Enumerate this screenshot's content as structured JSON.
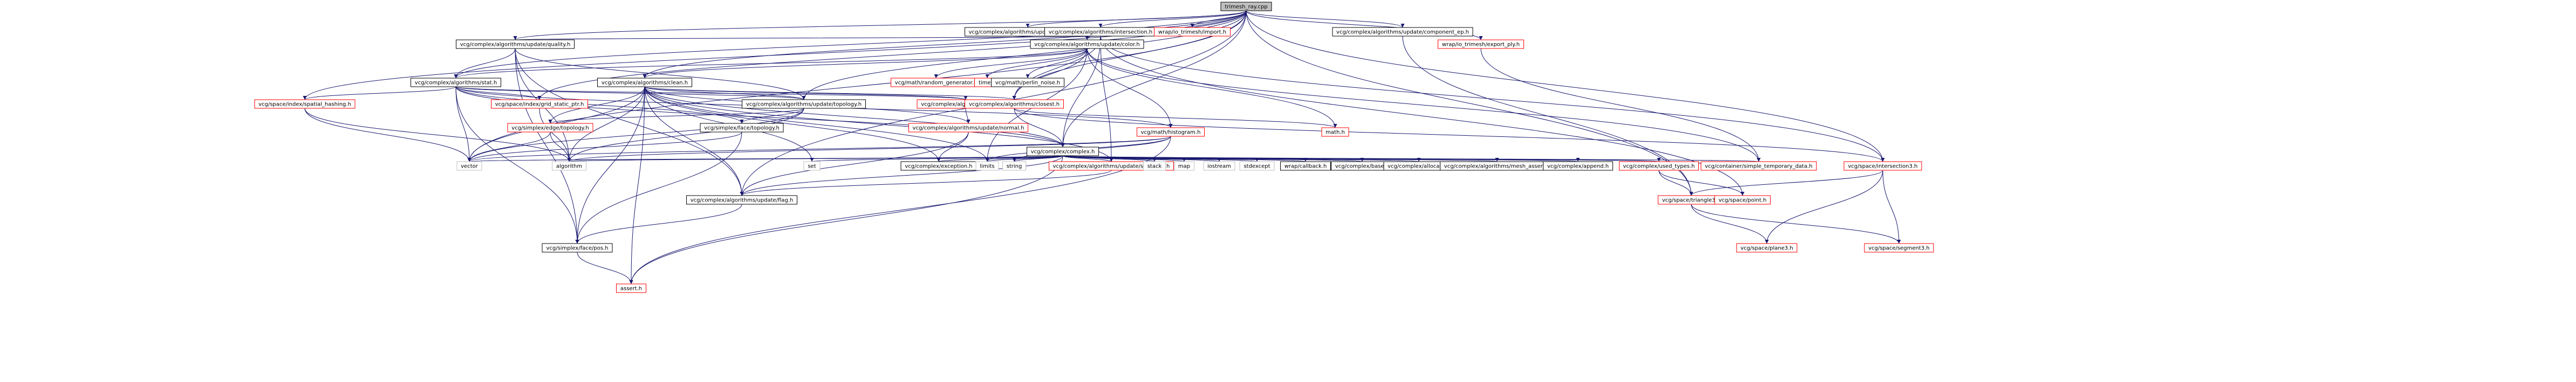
{
  "colors": {
    "edge": "#191970",
    "node_fill": "#ffffff",
    "node_border_black": "#000000",
    "node_border_red": "#ff0000",
    "node_border_grey": "#bfbfbf",
    "root_fill": "#bfbfbf",
    "text": "#000000"
  },
  "nodes": [
    {
      "id": "root",
      "label": "trimesh_ray.cpp",
      "border": "black",
      "root": true
    },
    {
      "id": "bounding",
      "label": "vcg/complex/algorithms/update/bounding.h",
      "border": "black"
    },
    {
      "id": "intersection",
      "label": "vcg/complex/algorithms/intersection.h",
      "border": "black"
    },
    {
      "id": "imp",
      "label": "wrap/io_trimesh/import.h",
      "border": "red"
    },
    {
      "id": "color",
      "label": "vcg/complex/algorithms/update/color.h",
      "border": "black"
    },
    {
      "id": "quality",
      "label": "vcg/complex/algorithms/update/quality.h",
      "border": "black"
    },
    {
      "id": "compptr",
      "label": "vcg/complex/algorithms/update/component_ep.h",
      "border": "black"
    },
    {
      "id": "exportply",
      "label": "wrap/io_trimesh/export_ply.h",
      "border": "red"
    },
    {
      "id": "stat",
      "label": "vcg/complex/algorithms/stat.h",
      "border": "black"
    },
    {
      "id": "clean",
      "label": "vcg/complex/algorithms/clean.h",
      "border": "black"
    },
    {
      "id": "randgen",
      "label": "vcg/math/random_generator.h",
      "border": "red"
    },
    {
      "id": "time",
      "label": "time.h",
      "border": "red"
    },
    {
      "id": "perlin",
      "label": "vcg/math/perlin_noise.h",
      "border": "black"
    },
    {
      "id": "sphash",
      "label": "vcg/space/index/spatial_hashing.h",
      "border": "red"
    },
    {
      "id": "gridstatic",
      "label": "vcg/space/index/grid_static_ptr.h",
      "border": "red"
    },
    {
      "id": "updtopo",
      "label": "vcg/complex/algorithms/update/topology.h",
      "border": "black"
    },
    {
      "id": "inertia",
      "label": "vcg/complex/algorithms/inertia.h",
      "border": "red"
    },
    {
      "id": "closest",
      "label": "vcg/complex/algorithms/closest.h",
      "border": "red"
    },
    {
      "id": "edgetopo",
      "label": "vcg/simplex/edge/topology.h",
      "border": "red"
    },
    {
      "id": "facetopo",
      "label": "vcg/simplex/face/topology.h",
      "border": "black"
    },
    {
      "id": "normal",
      "label": "vcg/complex/algorithms/update/normal.h",
      "border": "red"
    },
    {
      "id": "histogram",
      "label": "vcg/math/histogram.h",
      "border": "red"
    },
    {
      "id": "math",
      "label": "math.h",
      "border": "red"
    },
    {
      "id": "complex",
      "label": "vcg/complex/complex.h",
      "border": "black"
    },
    {
      "id": "vector",
      "label": "vector",
      "border": "grey"
    },
    {
      "id": "algorithm",
      "label": "algorithm",
      "border": "grey"
    },
    {
      "id": "set",
      "label": "set",
      "border": "grey"
    },
    {
      "id": "exception",
      "label": "vcg/complex/exception.h",
      "border": "black"
    },
    {
      "id": "limits",
      "label": "limits",
      "border": "grey"
    },
    {
      "id": "string",
      "label": "string",
      "border": "grey"
    },
    {
      "id": "selection",
      "label": "vcg/complex/algorithms/update/selection.h",
      "border": "red"
    },
    {
      "id": "stack",
      "label": "stack",
      "border": "grey"
    },
    {
      "id": "map",
      "label": "map",
      "border": "grey"
    },
    {
      "id": "iostream",
      "label": "iostream",
      "border": "grey"
    },
    {
      "id": "stdexcept",
      "label": "stdexcept",
      "border": "grey"
    },
    {
      "id": "callback",
      "label": "wrap/callback.h",
      "border": "black"
    },
    {
      "id": "base",
      "label": "vcg/complex/base.h",
      "border": "black"
    },
    {
      "id": "allocate",
      "label": "vcg/complex/allocate.h",
      "border": "black"
    },
    {
      "id": "meshassert",
      "label": "vcg/complex/algorithms/mesh_assert.h",
      "border": "black"
    },
    {
      "id": "append",
      "label": "vcg/complex/append.h",
      "border": "black"
    },
    {
      "id": "usedtypes",
      "label": "vcg/complex/used_types.h",
      "border": "red"
    },
    {
      "id": "simpletemp",
      "label": "vcg/container/simple_temporary_data.h",
      "border": "red"
    },
    {
      "id": "intersection3",
      "label": "vcg/space/intersection3.h",
      "border": "red"
    },
    {
      "id": "flag",
      "label": "vcg/complex/algorithms/update/flag.h",
      "border": "black"
    },
    {
      "id": "triangle3",
      "label": "vcg/space/triangle3.h",
      "border": "red"
    },
    {
      "id": "pos",
      "label": "vcg/simplex/face/pos.h",
      "border": "black"
    },
    {
      "id": "point",
      "label": "vcg/space/point.h",
      "border": "red"
    },
    {
      "id": "plane3",
      "label": "vcg/space/plane3.h",
      "border": "red"
    },
    {
      "id": "segment3",
      "label": "vcg/space/segment3.h",
      "border": "red"
    },
    {
      "id": "assert",
      "label": "assert.h",
      "border": "red"
    }
  ],
  "edges": [
    [
      "root",
      "bounding"
    ],
    [
      "root",
      "intersection"
    ],
    [
      "root",
      "imp"
    ],
    [
      "root",
      "color"
    ],
    [
      "root",
      "quality"
    ],
    [
      "root",
      "compptr"
    ],
    [
      "root",
      "exportply"
    ],
    [
      "root",
      "stat"
    ],
    [
      "root",
      "clean"
    ],
    [
      "root",
      "updtopo"
    ],
    [
      "root",
      "closest"
    ],
    [
      "root",
      "complex"
    ],
    [
      "root",
      "sphash"
    ],
    [
      "root",
      "gridstatic"
    ],
    [
      "root",
      "vector"
    ],
    [
      "root",
      "flag"
    ],
    [
      "root",
      "intersection3"
    ],
    [
      "root",
      "triangle3"
    ],
    [
      "intersection",
      "complex"
    ],
    [
      "intersection",
      "closest"
    ],
    [
      "intersection",
      "intersection3"
    ],
    [
      "intersection",
      "selection"
    ],
    [
      "intersection",
      "point"
    ],
    [
      "intersection",
      "quality"
    ],
    [
      "color",
      "stat"
    ],
    [
      "color",
      "clean"
    ],
    [
      "color",
      "randgen"
    ],
    [
      "color",
      "time"
    ],
    [
      "color",
      "perlin"
    ],
    [
      "color",
      "math"
    ],
    [
      "color",
      "closest"
    ],
    [
      "color",
      "histogram"
    ],
    [
      "color",
      "limits"
    ],
    [
      "color",
      "simpletemp"
    ],
    [
      "quality",
      "stat"
    ],
    [
      "quality",
      "flag"
    ],
    [
      "quality",
      "algorithm"
    ],
    [
      "quality",
      "pos"
    ],
    [
      "quality",
      "updtopo"
    ],
    [
      "compptr",
      "triangle3"
    ],
    [
      "exportply",
      "simpletemp"
    ],
    [
      "stat",
      "sphash"
    ],
    [
      "stat",
      "gridstatic"
    ],
    [
      "stat",
      "updtopo"
    ],
    [
      "stat",
      "inertia"
    ],
    [
      "stat",
      "histogram"
    ],
    [
      "stat",
      "complex"
    ],
    [
      "stat",
      "facetopo"
    ],
    [
      "stat",
      "vector"
    ],
    [
      "stat",
      "pos"
    ],
    [
      "clean",
      "updtopo"
    ],
    [
      "clean",
      "closest"
    ],
    [
      "clean",
      "inertia"
    ],
    [
      "clean",
      "normal"
    ],
    [
      "clean",
      "complex"
    ],
    [
      "clean",
      "selection"
    ],
    [
      "clean",
      "flag"
    ],
    [
      "clean",
      "pos"
    ],
    [
      "clean",
      "vector"
    ],
    [
      "clean",
      "algorithm"
    ],
    [
      "clean",
      "set"
    ],
    [
      "clean",
      "exception"
    ],
    [
      "clean",
      "limits"
    ],
    [
      "clean",
      "assert"
    ],
    [
      "clean",
      "edgetopo"
    ],
    [
      "sphash",
      "vector"
    ],
    [
      "sphash",
      "algorithm"
    ],
    [
      "gridstatic",
      "algorithm"
    ],
    [
      "updtopo",
      "edgetopo"
    ],
    [
      "updtopo",
      "facetopo"
    ],
    [
      "updtopo",
      "algorithm"
    ],
    [
      "updtopo",
      "vector"
    ],
    [
      "inertia",
      "normal"
    ],
    [
      "closest",
      "math"
    ],
    [
      "closest",
      "complex"
    ],
    [
      "closest",
      "intersection3"
    ],
    [
      "edgetopo",
      "vector"
    ],
    [
      "edgetopo",
      "algorithm"
    ],
    [
      "facetopo",
      "pos"
    ],
    [
      "facetopo",
      "vector"
    ],
    [
      "normal",
      "flag"
    ],
    [
      "normal",
      "exception"
    ],
    [
      "histogram",
      "vector"
    ],
    [
      "histogram",
      "algorithm"
    ],
    [
      "histogram",
      "limits"
    ],
    [
      "histogram",
      "string"
    ],
    [
      "histogram",
      "assert"
    ],
    [
      "complex",
      "vector"
    ],
    [
      "complex",
      "algorithm"
    ],
    [
      "complex",
      "set"
    ],
    [
      "complex",
      "exception"
    ],
    [
      "complex",
      "limits"
    ],
    [
      "complex",
      "string"
    ],
    [
      "complex",
      "selection"
    ],
    [
      "complex",
      "stack"
    ],
    [
      "complex",
      "map"
    ],
    [
      "complex",
      "iostream"
    ],
    [
      "complex",
      "stdexcept"
    ],
    [
      "complex",
      "callback"
    ],
    [
      "complex",
      "base"
    ],
    [
      "complex",
      "allocate"
    ],
    [
      "complex",
      "meshassert"
    ],
    [
      "complex",
      "append"
    ],
    [
      "complex",
      "usedtypes"
    ],
    [
      "complex",
      "simpletemp"
    ],
    [
      "complex",
      "flag"
    ],
    [
      "complex",
      "assert"
    ],
    [
      "selection",
      "flag"
    ],
    [
      "usedtypes",
      "triangle3"
    ],
    [
      "usedtypes",
      "point"
    ],
    [
      "intersection3",
      "triangle3"
    ],
    [
      "intersection3",
      "plane3"
    ],
    [
      "intersection3",
      "segment3"
    ],
    [
      "flag",
      "pos"
    ],
    [
      "triangle3",
      "plane3"
    ],
    [
      "triangle3",
      "segment3"
    ],
    [
      "pos",
      "assert"
    ]
  ]
}
